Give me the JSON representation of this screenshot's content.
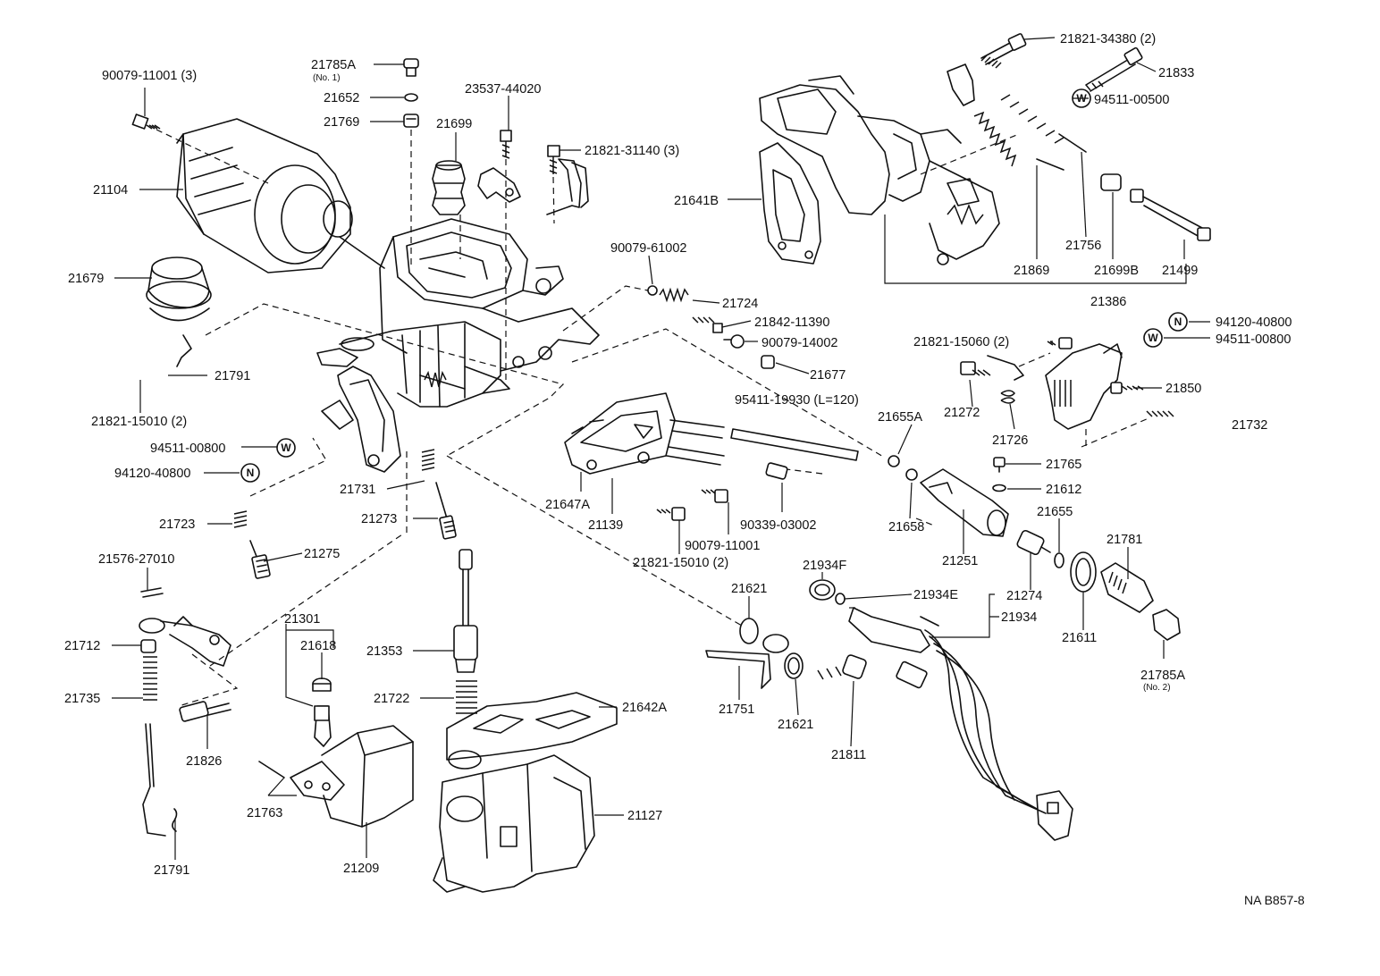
{
  "diagram": {
    "reference_code": "NA B857-8",
    "callouts": [
      {
        "id": "c1",
        "text": "90079-11001 (3)"
      },
      {
        "id": "c2",
        "text": "21785A"
      },
      {
        "id": "c3",
        "text": "21652"
      },
      {
        "id": "c4",
        "text": "21769"
      },
      {
        "id": "c5",
        "text": "23537-44020"
      },
      {
        "id": "c6",
        "text": "21699"
      },
      {
        "id": "c7",
        "text": "21821-31140 (3)"
      },
      {
        "id": "c8",
        "text": "21104"
      },
      {
        "id": "c9",
        "text": "21679"
      },
      {
        "id": "c10",
        "text": "21791"
      },
      {
        "id": "c11",
        "text": "21821-15010 (2)"
      },
      {
        "id": "c12",
        "text": "94511-00800"
      },
      {
        "id": "c13",
        "text": "94120-40800"
      },
      {
        "id": "c14",
        "text": "21731"
      },
      {
        "id": "c15",
        "text": "21723"
      },
      {
        "id": "c16",
        "text": "21273"
      },
      {
        "id": "c17",
        "text": "21275"
      },
      {
        "id": "c18",
        "text": "21576-27010"
      },
      {
        "id": "c19",
        "text": "21712"
      },
      {
        "id": "c20",
        "text": "21735"
      },
      {
        "id": "c21",
        "text": "21826"
      },
      {
        "id": "c22",
        "text": "21791"
      },
      {
        "id": "c23",
        "text": "21301"
      },
      {
        "id": "c24",
        "text": "21618"
      },
      {
        "id": "c25",
        "text": "21353"
      },
      {
        "id": "c26",
        "text": "21722"
      },
      {
        "id": "c27",
        "text": "21763"
      },
      {
        "id": "c28",
        "text": "21209"
      },
      {
        "id": "c29",
        "text": "21642A"
      },
      {
        "id": "c30",
        "text": "21127"
      },
      {
        "id": "c31",
        "text": "90079-61002"
      },
      {
        "id": "c32",
        "text": "21724"
      },
      {
        "id": "c33",
        "text": "21842-11390"
      },
      {
        "id": "c34",
        "text": "90079-14002"
      },
      {
        "id": "c35",
        "text": "21677"
      },
      {
        "id": "c36",
        "text": "95411-19930 (L=120)"
      },
      {
        "id": "c37",
        "text": "21647A"
      },
      {
        "id": "c38",
        "text": "21139"
      },
      {
        "id": "c39",
        "text": "90339-03002"
      },
      {
        "id": "c40",
        "text": "90079-11001"
      },
      {
        "id": "c41",
        "text": "21821-15010 (2)"
      },
      {
        "id": "c42",
        "text": "21641B"
      },
      {
        "id": "c43",
        "text": "21821-34380 (2)"
      },
      {
        "id": "c44",
        "text": "21833"
      },
      {
        "id": "c45",
        "text": "94511-00500"
      },
      {
        "id": "c46",
        "text": "21756"
      },
      {
        "id": "c47",
        "text": "21869"
      },
      {
        "id": "c48",
        "text": "21699B"
      },
      {
        "id": "c49",
        "text": "21499"
      },
      {
        "id": "c50",
        "text": "21386"
      },
      {
        "id": "c51",
        "text": "94120-40800"
      },
      {
        "id": "c52",
        "text": "21821-15060 (2)"
      },
      {
        "id": "c53",
        "text": "94511-00800"
      },
      {
        "id": "c54",
        "text": "21272"
      },
      {
        "id": "c55",
        "text": "21850"
      },
      {
        "id": "c56",
        "text": "21726"
      },
      {
        "id": "c57",
        "text": "21732"
      },
      {
        "id": "c58",
        "text": "21655A"
      },
      {
        "id": "c59",
        "text": "21765"
      },
      {
        "id": "c60",
        "text": "21612"
      },
      {
        "id": "c61",
        "text": "21658"
      },
      {
        "id": "c62",
        "text": "21655"
      },
      {
        "id": "c63",
        "text": "21781"
      },
      {
        "id": "c64",
        "text": "21251"
      },
      {
        "id": "c65",
        "text": "21934F"
      },
      {
        "id": "c66",
        "text": "21274"
      },
      {
        "id": "c67",
        "text": "21621"
      },
      {
        "id": "c68",
        "text": "21934E"
      },
      {
        "id": "c69",
        "text": "21934"
      },
      {
        "id": "c70",
        "text": "21611"
      },
      {
        "id": "c71",
        "text": "21785A"
      },
      {
        "id": "c72",
        "text": "21751"
      },
      {
        "id": "c73",
        "text": "21621"
      },
      {
        "id": "c74",
        "text": "21811"
      }
    ],
    "sub_notes": [
      {
        "id": "s1",
        "text": "(No. 1)"
      },
      {
        "id": "s2",
        "text": "(No. 2)"
      }
    ],
    "markers": [
      {
        "id": "m1",
        "letter": "W"
      },
      {
        "id": "m2",
        "letter": "N"
      },
      {
        "id": "m3",
        "letter": "W"
      },
      {
        "id": "m4",
        "letter": "N"
      },
      {
        "id": "m5",
        "letter": "W"
      }
    ]
  }
}
